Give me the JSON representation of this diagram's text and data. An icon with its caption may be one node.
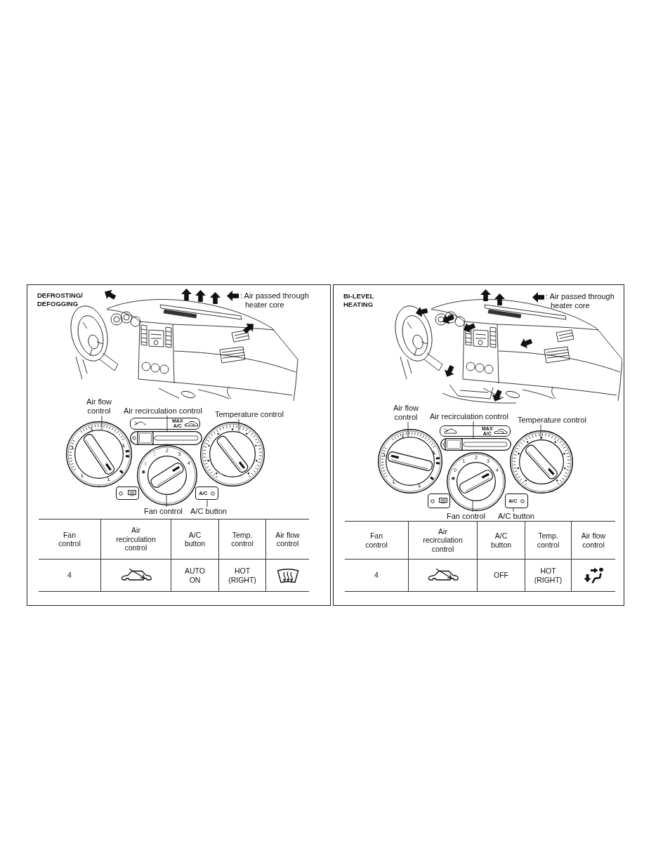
{
  "diagram": {
    "nodes": [
      {
        "text": [
          "DEFROSTING/ DEFOGGING"
        ]
      },
      {
        "text": [
          "Air flow control"
        ],
        "in": 0
      },
      {
        "text": [
          "Air recirculation control"
        ],
        "in": 0
      },
      {
        "text": [
          "Temperature control"
        ],
        "in": 0
      },
      {
        "text": [],
        "shape": "circle",
        "in": 0
      },
      {
        "text": [],
        "shape": "bar",
        "in": 0,
        "beside": [
          "MAX A/C"
        ]
      },
      {
        "text": [],
        "shape": "circle",
        "in": 0
      },
      {
        "text": [],
        "shape": "circle",
        "in": 0,
        "beside": [
          "0",
          "1",
          "2",
          "3",
          "4"
        ]
      },
      {
        "text": [
          "A/C"
        ],
        "in": 0
      },
      {
        "text": [
          "Fan control"
        ],
        "in": 0
      },
      {
        "text": [
          "A/C button"
        ],
        "in": 0
      },
      {
        "text": [
          "BI-LEVEL HEATING"
        ]
      },
      {
        "text": [
          "Air flow control"
        ],
        "in": 11
      },
      {
        "text": [
          "Air recirculation control"
        ],
        "in": 11
      },
      {
        "text": [
          "Temperature control"
        ],
        "in": 11
      },
      {
        "text": [],
        "shape": "circle",
        "in": 11
      },
      {
        "text": [],
        "shape": "bar",
        "in": 11,
        "beside": [
          "MAX A/C"
        ]
      },
      {
        "text": [],
        "shape": "circle",
        "in": 11
      },
      {
        "text": [],
        "shape": "circle",
        "in": 11,
        "beside": [
          "0",
          "1",
          "2",
          "3",
          "4"
        ]
      },
      {
        "text": [
          "A/C"
        ],
        "in": 11
      },
      {
        "text": [
          "Fan control"
        ],
        "in": 11
      },
      {
        "text": [
          "A/C button"
        ],
        "in": 11
      },
      {
        "text": [],
        "shape": "box",
        "in": 0
      },
      {
        "text": [],
        "shape": "box",
        "in": 11
      }
    ],
    "edges": [
      {
        "from": 1,
        "to": 4,
        "arrow": "none"
      },
      {
        "from": 2,
        "to": 5,
        "arrow": "none"
      },
      {
        "from": 3,
        "to": 6,
        "arrow": "none"
      },
      {
        "from": 9,
        "to": 7,
        "arrow": "none"
      },
      {
        "from": 10,
        "to": 8,
        "arrow": "none"
      },
      {
        "from": 12,
        "to": 15,
        "arrow": "none"
      },
      {
        "from": 13,
        "to": 16,
        "arrow": "none"
      },
      {
        "from": 14,
        "to": 17,
        "arrow": "none"
      },
      {
        "from": 20,
        "to": 18,
        "arrow": "none"
      },
      {
        "from": 21,
        "to": 19,
        "arrow": "none"
      }
    ],
    "labels": [
      "Fan control",
      "Air recirculation control",
      "A/C button",
      "Temp. control",
      "Air flow control",
      "4",
      "AUTO ON",
      "HOT (RIGHT)",
      "Fan control",
      "Air recirculation control",
      "A/C button",
      "Temp. control",
      "Air flow control",
      "4",
      "OFF",
      "HOT (RIGHT)"
    ],
    "legend": [
      {
        "text": ": Air passed through heater core"
      },
      {
        "text": ": Air passed through heater core"
      }
    ]
  }
}
